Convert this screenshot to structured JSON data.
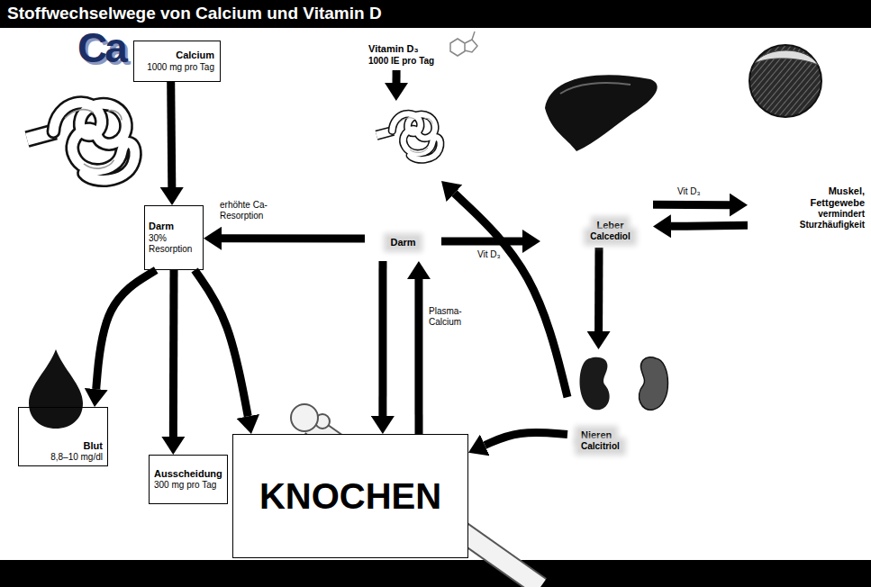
{
  "diagram": {
    "title": "Stoffwechselwege von Calcium und Vitamin D",
    "nodes": [
      {
        "text": [
          "Calcium",
          "1000 mg pro Tag"
        ]
      },
      {
        "text": [
          "Vitamin D₃",
          "1000 IE pro Tag"
        ]
      },
      {
        "text": [
          "Darm",
          "30% Resorption"
        ]
      },
      {
        "text": [
          "Darm"
        ]
      },
      {
        "text": [
          "Leber",
          "Calcediol"
        ]
      },
      {
        "text": [
          "Muskel, Fettgewebe",
          "vermindert Sturzhäufigkeit"
        ]
      },
      {
        "text": [
          "Blut",
          "8,8–10 mg/dl"
        ]
      },
      {
        "text": [
          "Ausscheidung",
          "300 mg pro Tag"
        ]
      },
      {
        "text": [
          "KNOCHEN"
        ]
      },
      {
        "text": [
          "Nieren",
          "Calcitriol"
        ]
      }
    ],
    "edges": [
      {
        "from": 0,
        "to": 2,
        "arrow": "to"
      },
      {
        "from": 1,
        "to": 3,
        "arrow": "to"
      },
      {
        "from": 3,
        "to": 2,
        "label": "erhöhte Ca-Resorption",
        "arrow": "to"
      },
      {
        "from": 3,
        "to": 4,
        "label": "Vit D₃",
        "arrow": "to"
      },
      {
        "from": 4,
        "to": 5,
        "label": "Vit D₃",
        "arrow": "to"
      },
      {
        "from": 5,
        "to": 4,
        "arrow": "to"
      },
      {
        "from": 4,
        "to": 9,
        "arrow": "to"
      },
      {
        "from": 9,
        "to": 3,
        "arrow": "to"
      },
      {
        "from": 9,
        "to": 8,
        "arrow": "to"
      },
      {
        "from": 3,
        "to": 8,
        "arrow": "to"
      },
      {
        "from": 8,
        "to": 3,
        "label": "Plasma-Calcium",
        "arrow": "to"
      },
      {
        "from": 2,
        "to": 6,
        "arrow": "to"
      },
      {
        "from": 2,
        "to": 7,
        "arrow": "to"
      },
      {
        "from": 2,
        "to": 8,
        "arrow": "to"
      }
    ],
    "labels": [
      "Ca"
    ]
  }
}
